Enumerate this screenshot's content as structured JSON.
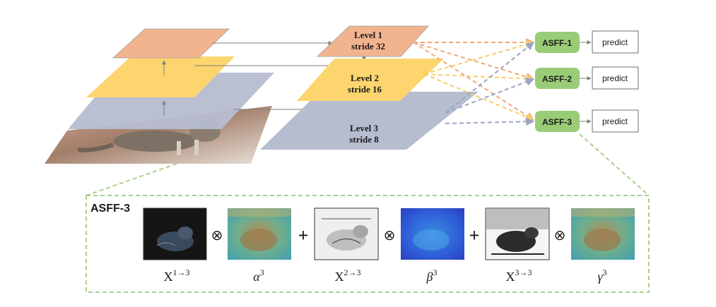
{
  "pyramid": {
    "level1": {
      "line1": "Level 1",
      "line2": "stride 32"
    },
    "level2": {
      "line1": "Level 2",
      "line2": "stride 16"
    },
    "level3": {
      "line1": "Level 3",
      "line2": "stride 8"
    }
  },
  "asff_nodes": [
    {
      "label": "ASFF-1",
      "output": "predict"
    },
    {
      "label": "ASFF-2",
      "output": "predict"
    },
    {
      "label": "ASFF-3",
      "output": "predict"
    }
  ],
  "detail": {
    "title": "ASFF-3",
    "terms": [
      {
        "base": "X",
        "sup": "1→3"
      },
      {
        "base": "α",
        "sup": "3"
      },
      {
        "base": "X",
        "sup": "2→3"
      },
      {
        "base": "β",
        "sup": "3"
      },
      {
        "base": "X",
        "sup": "3→3"
      },
      {
        "base": "γ",
        "sup": "3"
      }
    ],
    "operators": {
      "multiply": "⊗",
      "plus": "+"
    }
  },
  "colors": {
    "level1": "#f2b48f",
    "level2": "#fcd56f",
    "level3": "#b6bdcf",
    "asff_green": "#99cc77",
    "dashed_green": "#a8d08d",
    "arrow_gray": "#888888"
  }
}
